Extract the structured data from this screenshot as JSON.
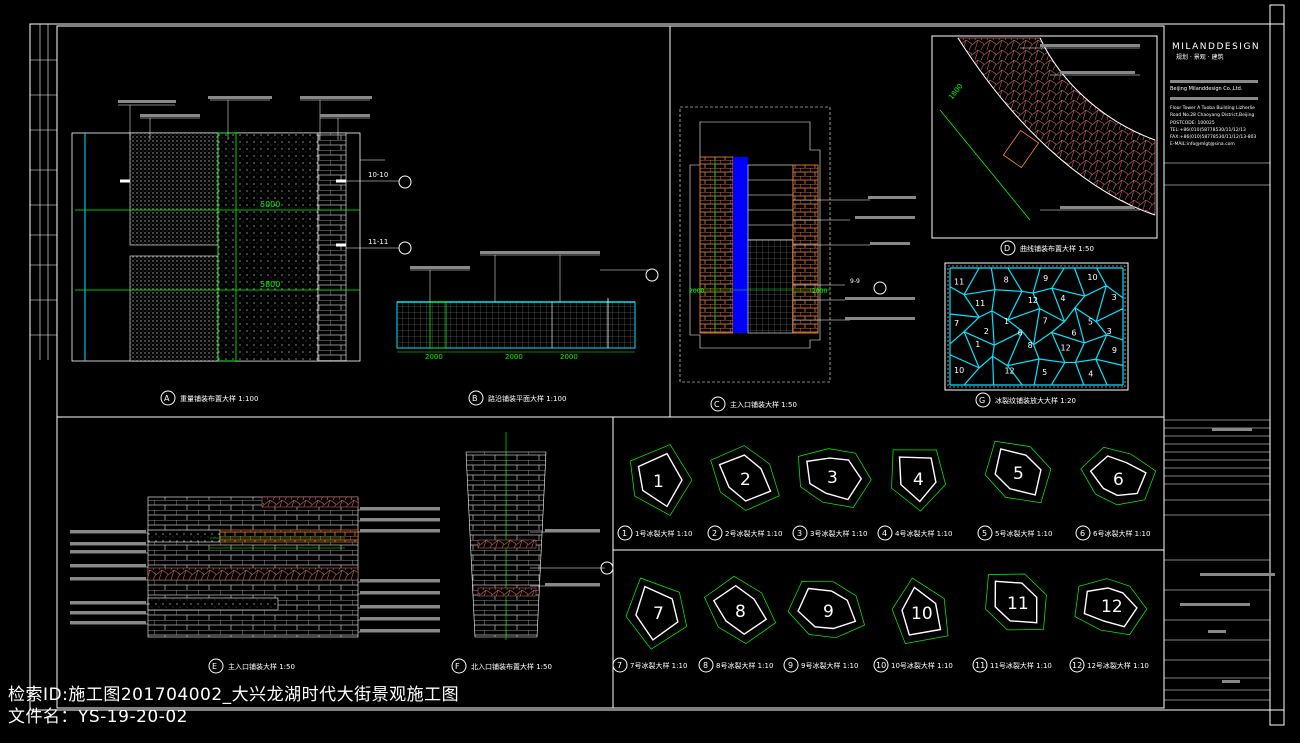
{
  "brand": {
    "name": "MILANDDESIGN",
    "tagline": "规划 · 景观 · 建筑",
    "address_en_1": "Beijing Milanddesign Co.,Ltd.",
    "address_en_2": "Floor Tower A Tuoba Building Lizherlie",
    "address_en_3": "Road No.28 Chaoyang District,Beijing",
    "contact_1": "POSTCODE: 100025",
    "contact_2": "TEL:+86(010)58778530/11/12/13",
    "contact_3": "FAX:+86(010)58778530/11/12/13-803",
    "contact_4": "E-MAIL:info@mlgt@sina.com"
  },
  "details": {
    "A": {
      "letter": "A",
      "title": "重量铺装布置大样 1:100"
    },
    "B": {
      "letter": "B",
      "title": "路沿铺装平面大样 1:100"
    },
    "C": {
      "letter": "C",
      "title": "主入口铺装大样 1:50"
    },
    "D": {
      "letter": "D",
      "title": "曲线铺装布置大样 1:50"
    },
    "G": {
      "letter": "G",
      "title": "冰裂纹铺装放大大样 1:20"
    },
    "E": {
      "letter": "E",
      "title": "主入口铺装大样 1:50"
    },
    "F": {
      "letter": "F",
      "title": "北入口铺装布置大样 1:50"
    }
  },
  "stone_labels": [
    {
      "num": "1",
      "caption": "1号冰裂大样 1:10"
    },
    {
      "num": "2",
      "caption": "2号冰裂大样 1:10"
    },
    {
      "num": "3",
      "caption": "3号冰裂大样 1:10"
    },
    {
      "num": "4",
      "caption": "4号冰裂大样 1:10"
    },
    {
      "num": "5",
      "caption": "5号冰裂大样 1:10"
    },
    {
      "num": "6",
      "caption": "6号冰裂大样 1:10"
    },
    {
      "num": "7",
      "caption": "7号冰裂大样 1:10"
    },
    {
      "num": "8",
      "caption": "8号冰裂大样 1:10"
    },
    {
      "num": "9",
      "caption": "9号冰裂大样 1:10"
    },
    {
      "num": "10",
      "caption": "10号冰裂大样 1:10"
    },
    {
      "num": "11",
      "caption": "11号冰裂大样 1:10"
    },
    {
      "num": "12",
      "caption": "12号冰裂大样 1:10"
    }
  ],
  "crack_pattern_numbers": [
    "11",
    "8",
    "9",
    "10",
    "11",
    "12",
    "4",
    "3",
    "7",
    "2",
    "1",
    "6",
    "7",
    "6",
    "5",
    "3",
    "1",
    "8",
    "12",
    "9",
    "10",
    "12",
    "5",
    "4",
    "7",
    "6",
    "4",
    "3",
    "5",
    "1",
    "4"
  ],
  "dims": {
    "d1": "5000",
    "d2": "5800",
    "d3": "2000",
    "d4": "1800",
    "d5": "10-10",
    "d6": "11-11",
    "d7": "9-9"
  },
  "watermark": {
    "line1": "检索ID:施工图201704002_大兴龙湖时代大街景观施工图",
    "line2": "文件名：YS-19-20-02"
  },
  "colors": {
    "green": "#00ff00",
    "cyan": "#00e5ff",
    "blue": "#0000ff",
    "orange": "#ff8a3d",
    "white": "#ffffff",
    "gray": "#9e9e9e",
    "red": "#ff3030"
  }
}
